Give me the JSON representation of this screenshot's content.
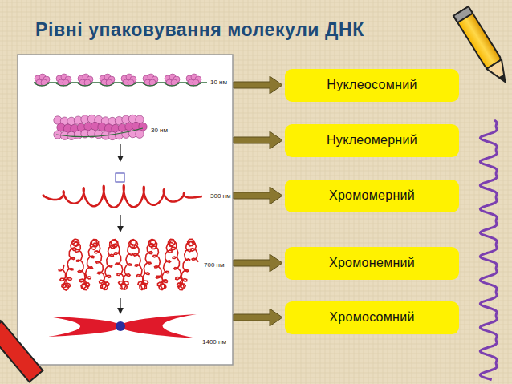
{
  "diagram": {
    "title": "Рівні упаковування молекули ДНК",
    "nodes": [
      {
        "text": [
          "Нуклеосомний"
        ]
      },
      {
        "text": [
          "Нуклеомерний"
        ]
      },
      {
        "text": [
          "Хромомерний"
        ]
      },
      {
        "text": [
          "Хромонемний"
        ]
      },
      {
        "text": [
          "Хромосомний"
        ]
      }
    ],
    "labels": [
      "10 нм",
      "30 нм",
      "300 нм",
      "700 нм",
      "1400 нм"
    ]
  }
}
